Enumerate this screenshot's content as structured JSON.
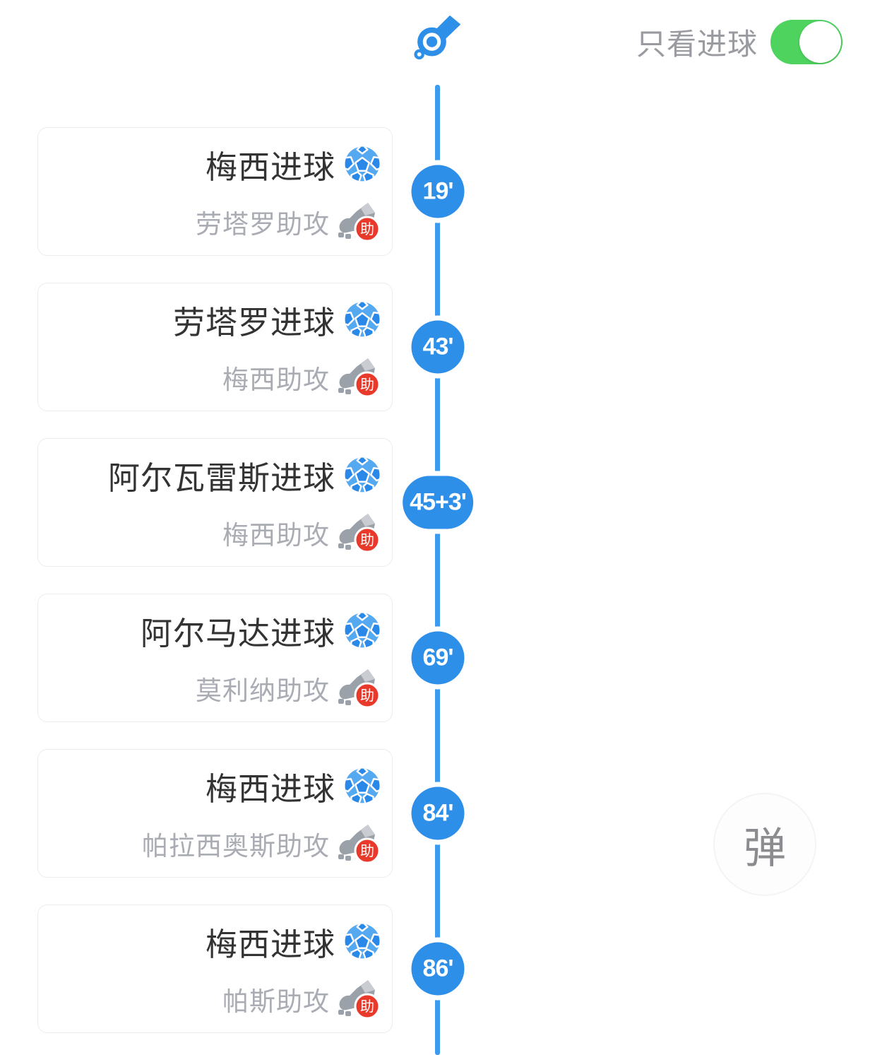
{
  "header": {
    "filter_label": "只看进球",
    "toggle_state": "on",
    "toggle_color": "#4ed35f"
  },
  "timeline": {
    "line_color": "#3d9bee",
    "badge_color": "#2e8fe9",
    "assist_badge_label": "助",
    "events": [
      {
        "time": "19'",
        "title": "梅西进球",
        "assist": "劳塔罗助攻"
      },
      {
        "time": "43'",
        "title": "劳塔罗进球",
        "assist": "梅西助攻"
      },
      {
        "time": "45+3'",
        "title": "阿尔瓦雷斯进球",
        "assist": "梅西助攻"
      },
      {
        "time": "69'",
        "title": "阿尔马达进球",
        "assist": "莫利纳助攻"
      },
      {
        "time": "84'",
        "title": "梅西进球",
        "assist": "帕拉西奥斯助攻"
      },
      {
        "time": "86'",
        "title": "梅西进球",
        "assist": "帕斯助攻"
      }
    ]
  },
  "floating_button": {
    "label": "弹"
  }
}
